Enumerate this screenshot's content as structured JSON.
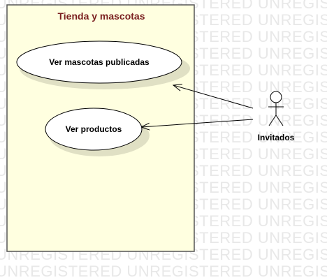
{
  "system": {
    "title": "Tienda y mascotas",
    "fill_color": "#ffffe0",
    "title_color": "#7a1f1f"
  },
  "use_cases": [
    {
      "id": "uc1",
      "label": "Ver mascotas publicadas"
    },
    {
      "id": "uc2",
      "label": "Ver productos"
    }
  ],
  "actor": {
    "label": "Invitados"
  },
  "associations": [
    {
      "from": "actor",
      "to": "uc1"
    },
    {
      "from": "actor",
      "to": "uc2"
    }
  ],
  "watermark": {
    "text": "UNREGISTERED"
  }
}
